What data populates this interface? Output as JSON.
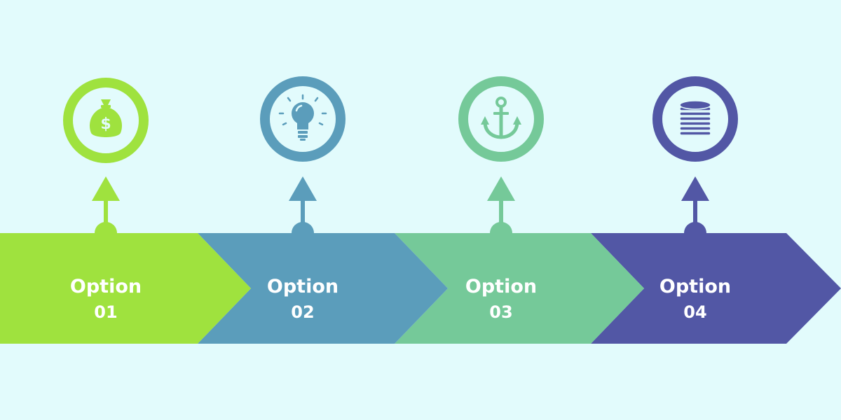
{
  "background_color": "#e2fbfc",
  "steps": [
    {
      "title": "Option",
      "number": "01",
      "icon": "money-bag-icon",
      "color": "#9fe23e"
    },
    {
      "title": "Option",
      "number": "02",
      "icon": "lightbulb-icon",
      "color": "#5b9dbb"
    },
    {
      "title": "Option",
      "number": "03",
      "icon": "anchor-icon",
      "color": "#75c999"
    },
    {
      "title": "Option",
      "number": "04",
      "icon": "coin-stack-icon",
      "color": "#5257a5"
    }
  ]
}
